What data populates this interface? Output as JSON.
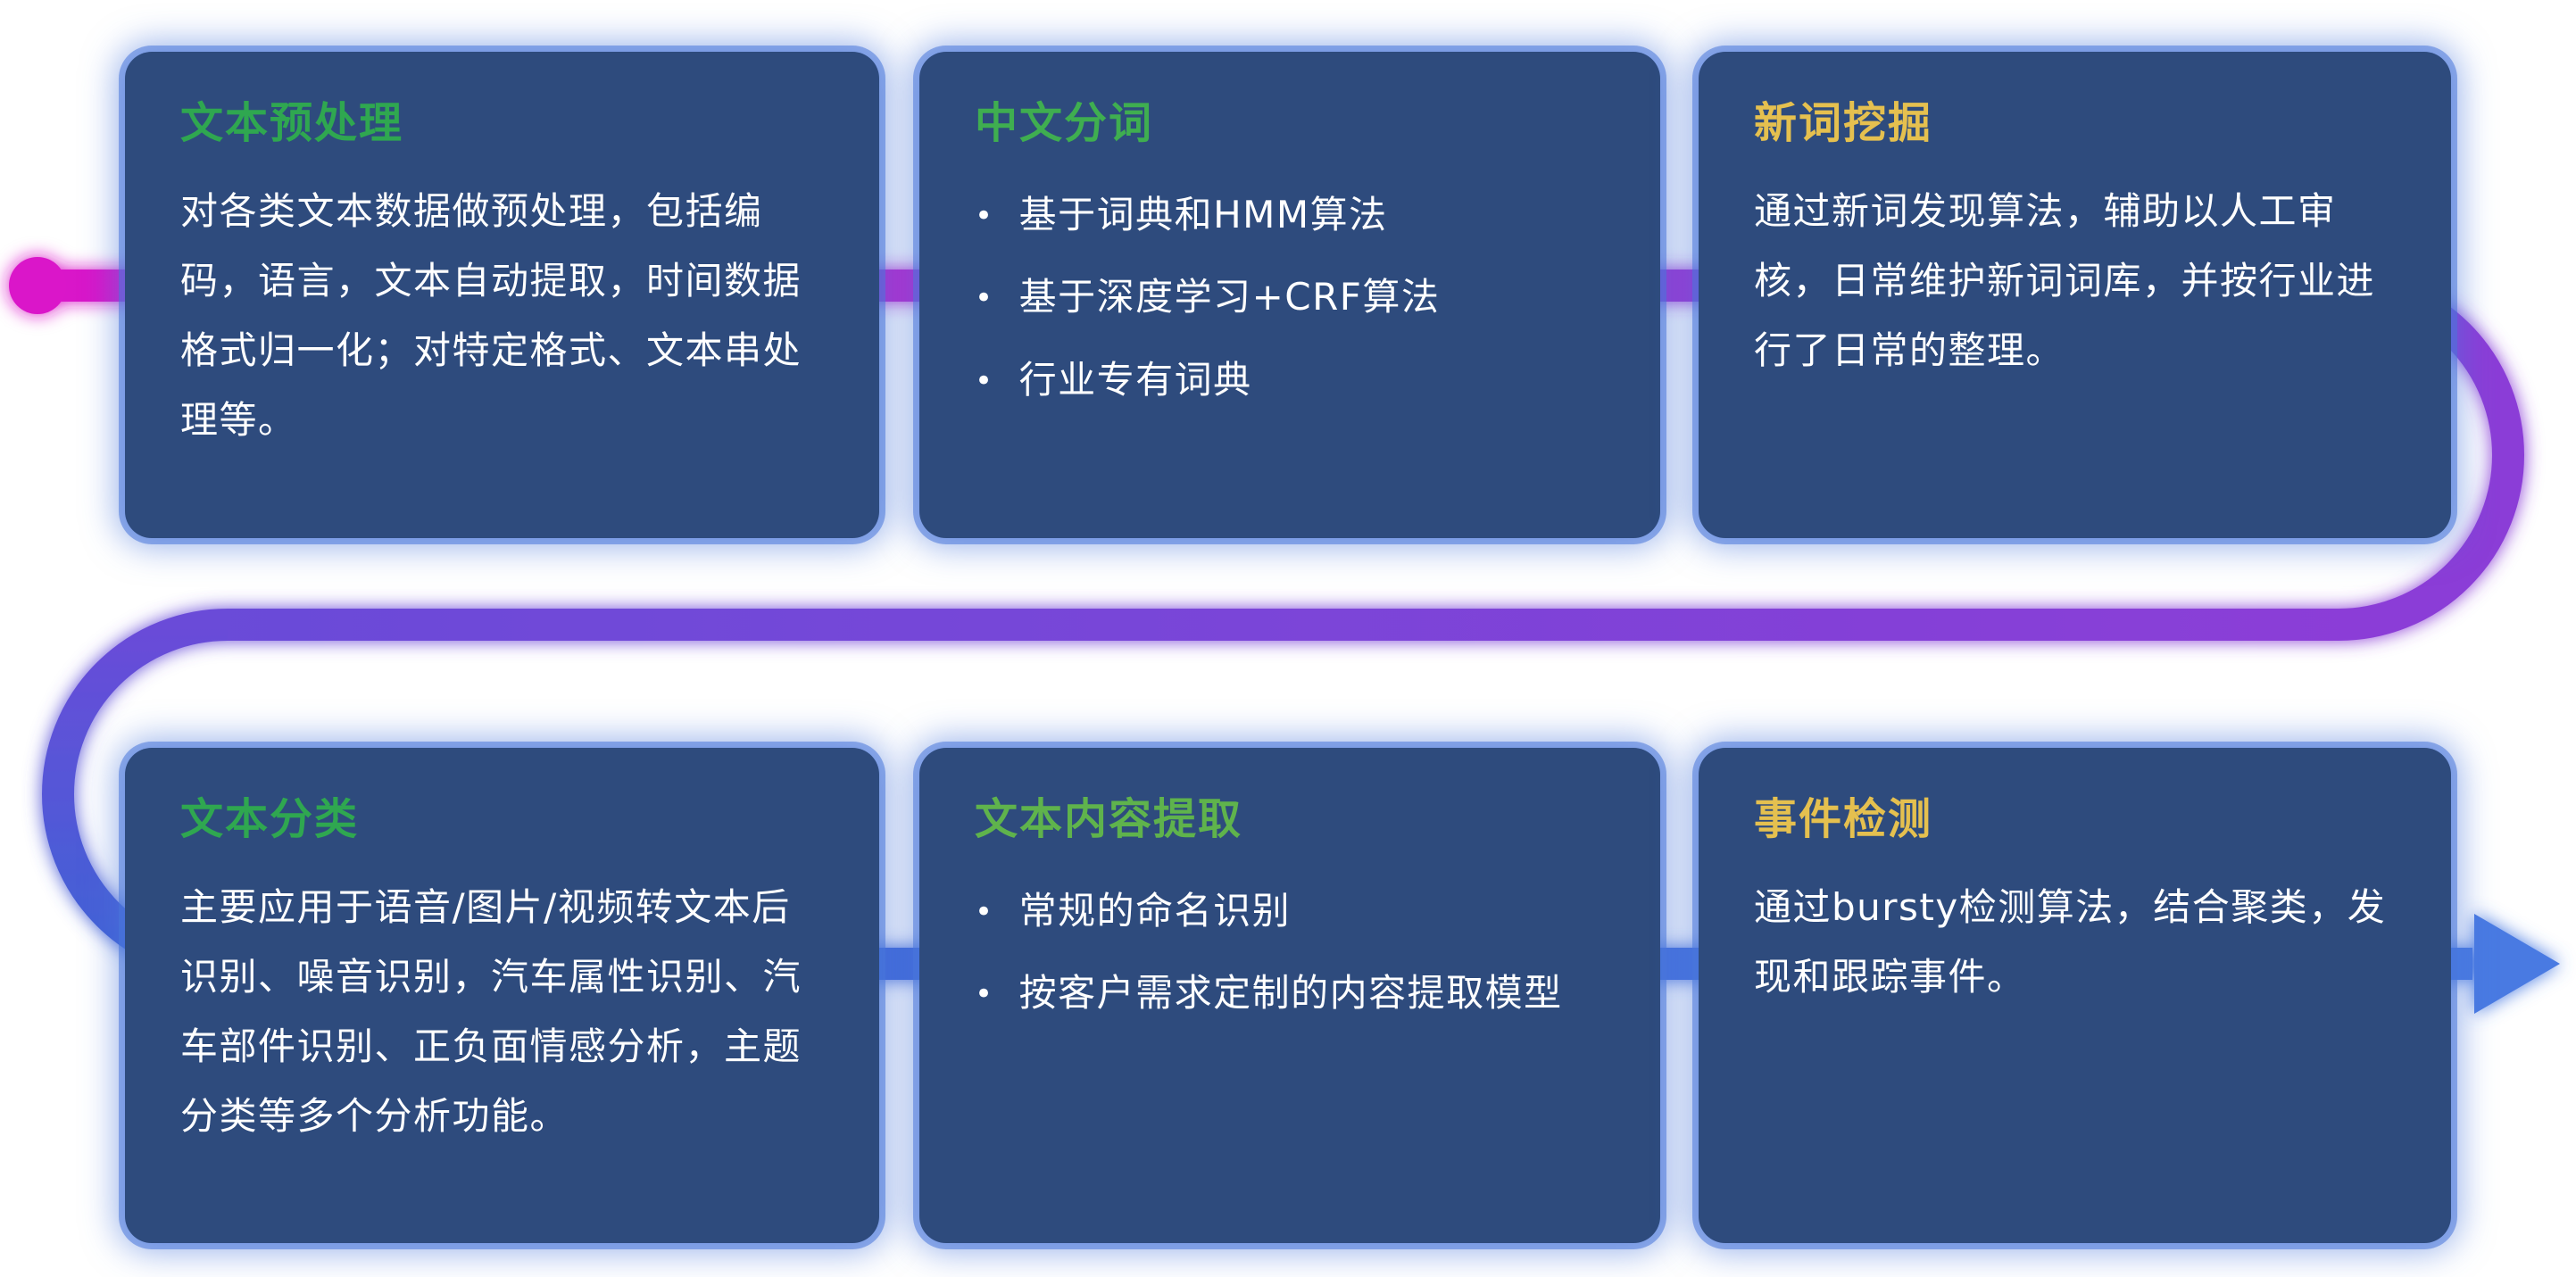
{
  "colors": {
    "page_bg": "#ffffff",
    "card_bg": "#2e4b7d",
    "card_ring": "rgba(72,118,219,0.55)",
    "card_glow": "rgba(72,118,219,0.55)",
    "body_text": "#ffffff",
    "line_magenta": "#da18c9",
    "line_purple": "#8b3ed7",
    "line_violet": "#6a4bd8",
    "line_blue": "#3f63d6",
    "line_blue_end": "#4a7ae2"
  },
  "cards": [
    {
      "title": "文本预处理",
      "title_color": "#2fa750",
      "body": "对各类文本数据做预处理，包括编码，语言，文本自动提取，时间数据格式归一化；对特定格式、文本串处理等。"
    },
    {
      "title": "中文分词",
      "title_color": "#3fae50",
      "bullets": [
        "基于词典和HMM算法",
        "基于深度学习+CRF算法",
        "行业专有词典"
      ]
    },
    {
      "title": "新词挖掘",
      "title_color": "#e5c04f",
      "body": "通过新词发现算法，辅助以人工审核，日常维护新词词库，并按行业进行了日常的整理。"
    },
    {
      "title": "文本分类",
      "title_color": "#2fa750",
      "body": "主要应用于语音/图片/视频转文本后识别、噪音识别，汽车属性识别、汽车部件识别、正负面情感分析，主题分类等多个分析功能。"
    },
    {
      "title": "文本内容提取",
      "title_color": "#5fb34c",
      "bullets": [
        "常规的命名识别",
        "按客户需求定制的内容提取模型"
      ]
    },
    {
      "title": "事件检测",
      "title_color": "#e5c04f",
      "body": "通过bursty检测算法，结合聚类，发现和跟踪事件。"
    }
  ]
}
